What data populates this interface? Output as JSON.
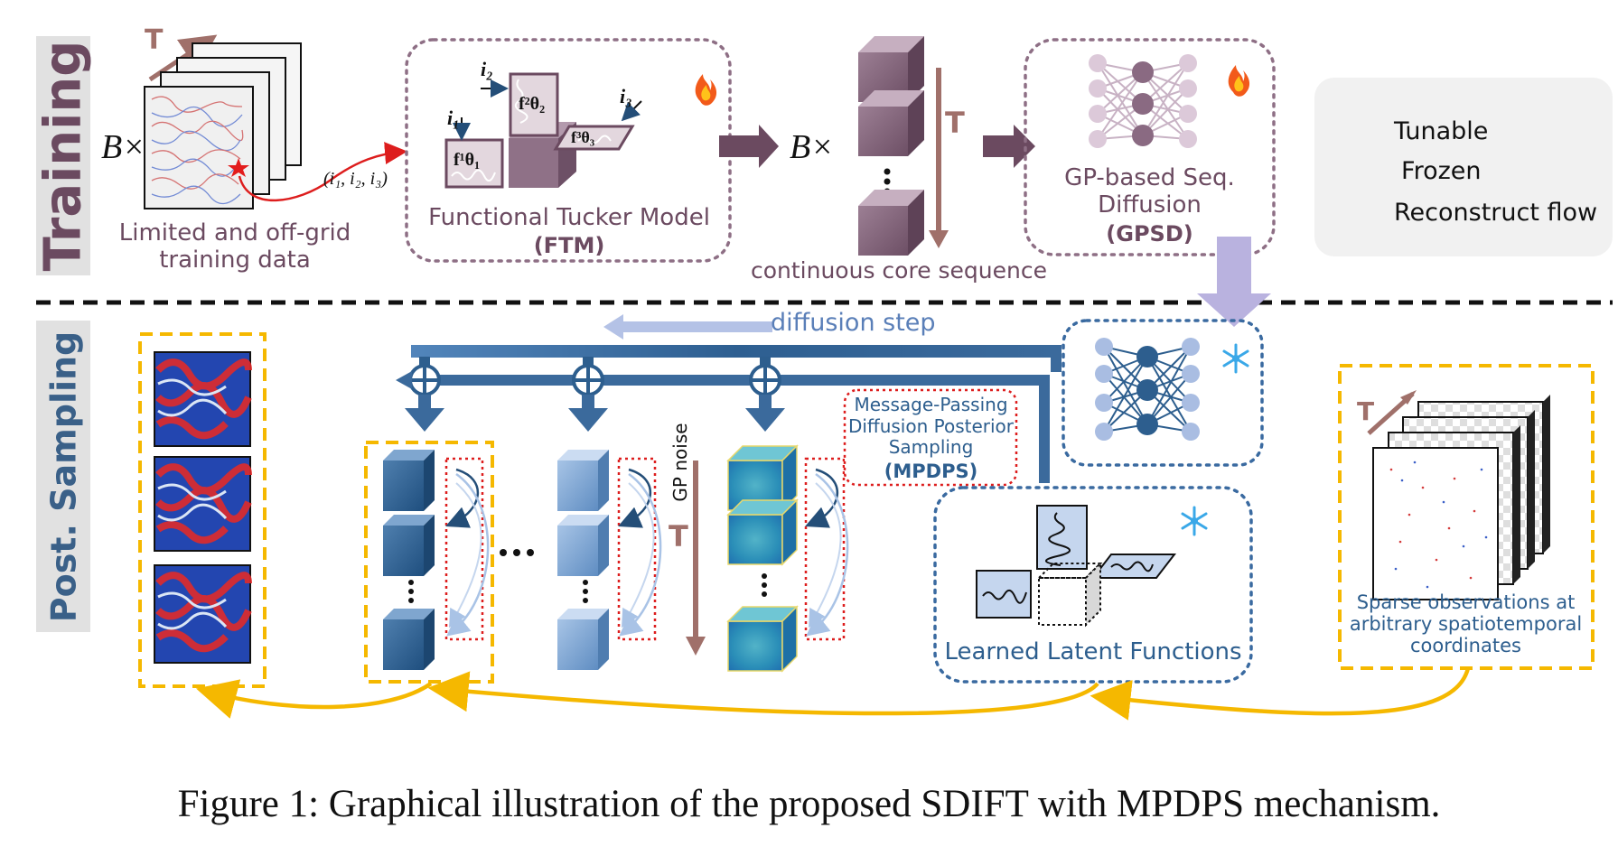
{
  "sections": {
    "training": "Training",
    "sampling": "Post. Sampling"
  },
  "training": {
    "time_label": "T",
    "batch_label": "B×",
    "data_caption": [
      "Limited and off-grid",
      "training data"
    ],
    "coords_label": "(i₁, i₂, i₃)",
    "ftm_title": "Functional Tucker Model",
    "ftm_abbrev": "(FTM)",
    "index_labels": [
      "i₁",
      "i₂",
      "i₃"
    ],
    "factor_labels": [
      "f¹θ₁",
      "f²θ₂",
      "f³θ₃"
    ],
    "batch_label2": "B×",
    "sequence_time": "T",
    "sequence_caption": "continuous core sequence",
    "gpsd_title": [
      "GP-based Seq.",
      "Diffusion"
    ],
    "gpsd_abbrev": "(GPSD)"
  },
  "legend": {
    "tunable": "Tunable",
    "frozen": "Frozen",
    "reconstruct": "Reconstruct flow"
  },
  "sampling": {
    "diffusion_step": "diffusion step",
    "mpdps_title": [
      "Message-Passing",
      "Diffusion Posterior",
      "Sampling"
    ],
    "mpdps_abbrev": "(MPDPS)",
    "gp_noise": "GP noise",
    "time_label": "T",
    "latent_caption": "Learned Latent Functions",
    "sparse_caption": [
      "Sparse observations at",
      "arbitrary spatiotemporal",
      "coordinates"
    ],
    "sparse_time": "T"
  },
  "caption": "Figure 1: Graphical illustration of the proposed SDIFT with MPDPS mechanism.",
  "colors": {
    "training_purple": "#6b4a60",
    "dotted_purple": "#9a7a90",
    "sampling_blue": "#3a6aa0",
    "dark_blue": "#2d5e8e",
    "light_blue": "#a9bde2",
    "gold": "#f5b800",
    "red_dotted": "#dd1d1d",
    "arrow_brown": "#a0706a"
  }
}
